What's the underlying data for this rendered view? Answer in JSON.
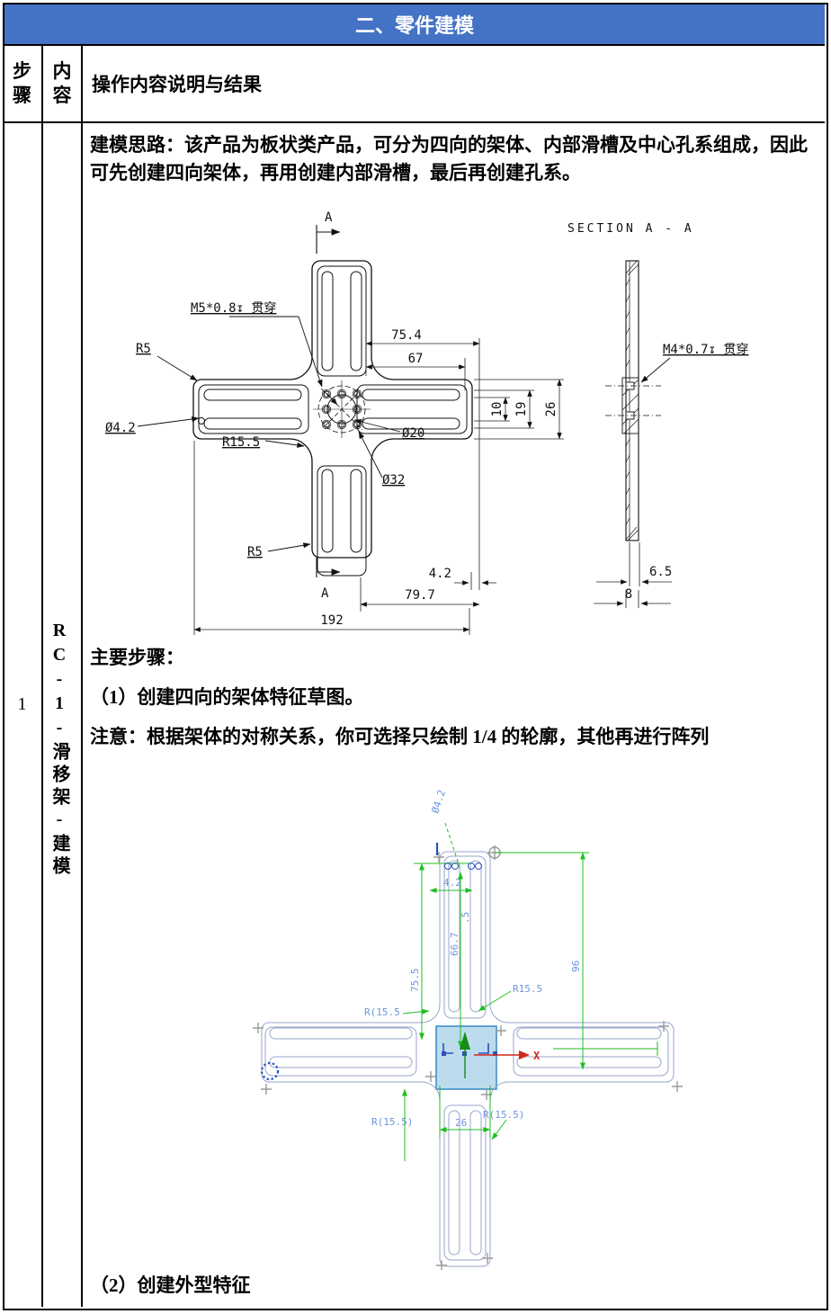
{
  "header": {
    "title": "二、零件建模",
    "bg_color": "#4472c4",
    "text_color": "#ffffff"
  },
  "columns": {
    "step": "步骤",
    "content": "内容",
    "description": "操作内容说明与结果"
  },
  "row1": {
    "step_no": "1",
    "part_label": "RC-1-滑移架-建模",
    "intro": "建模思路：该产品为板状类产品，可分为四向的架体、内部滑槽及中心孔系组成，因此可先创建四向架体，再用创建内部滑槽，最后再创建孔系。",
    "steps_heading": "主要步骤：",
    "step_1": "（1）创建四向的架体特征草图。",
    "note": "注意：根据架体的对称关系，你可选择只绘制 1/4 的轮廓，其他再进行阵列",
    "step_2": "（2）创建外型特征"
  },
  "drawing": {
    "section_title": "SECTION A - A",
    "callouts": {
      "a": "A",
      "m5": "M5*0.8↧ 贯穿",
      "r5_top": "R5",
      "dia42": "Ø4.2",
      "r155": "R15.5",
      "dia20": "Ø20",
      "dia32": "Ø32",
      "r5_bottom": "R5",
      "m4": "M4*0.7↧ 贯穿"
    },
    "dims": {
      "d754": "75.4",
      "d67": "67",
      "d10": "10",
      "d19": "19",
      "d26": "26",
      "d42": "4.2",
      "d797": "79.7",
      "d192": "192",
      "d65": "6.5",
      "d8": "8"
    }
  },
  "sketch": {
    "labels": {
      "dia42": "Ø4.2",
      "d42": "4.2",
      "d755": "75.5",
      "d667": "66.7",
      "frag": ".5",
      "d96": "96",
      "r155_tl": "R(15.5",
      "r155_tr": "R15.5",
      "r155_bl": "R(15.5)",
      "d26": "26",
      "r155_br": "R(15.5)",
      "x_axis": "X"
    },
    "colors": {
      "outline": "#9aa6cc",
      "dimension": "#1fbf1f",
      "label": "#6b96dd",
      "x_axis": "#d02818",
      "fill": "#bcdcee",
      "fill_border": "#3e8fc9",
      "detail": "#2b50c0",
      "marker": "#9a9a9a"
    }
  },
  "colors": {
    "border": "#000000",
    "line_art": "#111111"
  }
}
